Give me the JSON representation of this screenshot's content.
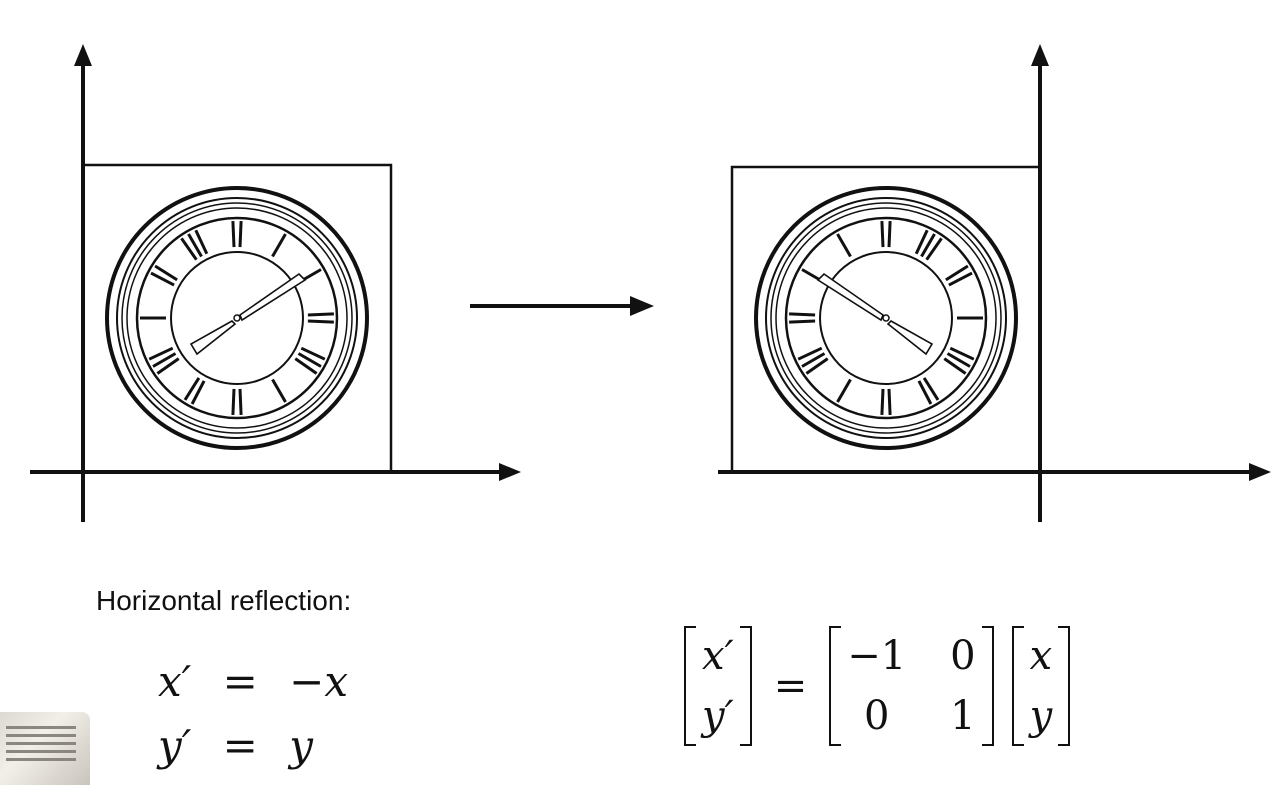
{
  "caption": "Horizontal reflection:",
  "equations": {
    "line1": {
      "lhs": "x′",
      "eq": "=",
      "rhs": "−x"
    },
    "line2": {
      "lhs": "y′",
      "eq": "=",
      "rhs": "y"
    }
  },
  "matrix_equation": {
    "lhs_vector": [
      "x′",
      "y′"
    ],
    "equals": "=",
    "matrix": [
      "−1",
      "0",
      "0",
      "1"
    ],
    "rhs_vector": [
      "x",
      "y"
    ]
  },
  "colors": {
    "stroke": "#111111",
    "background": "#ffffff"
  },
  "icons": {
    "left_clock": "clock-face-roman-icon",
    "right_clock": "clock-face-roman-mirrored-icon",
    "transform_arrow": "arrow-right-icon"
  }
}
